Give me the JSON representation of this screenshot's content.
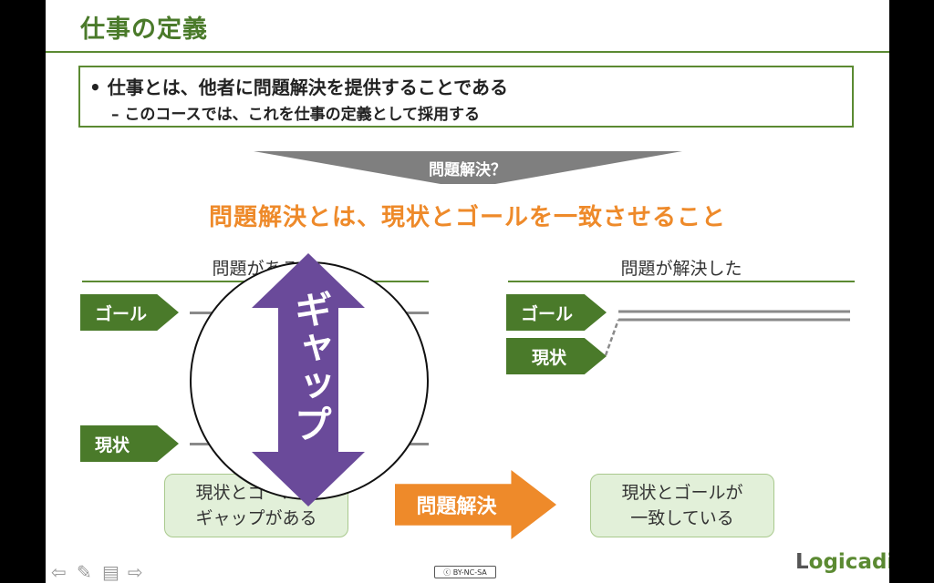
{
  "slide": {
    "title": "仕事の定義",
    "definition": {
      "bullet": "• 仕事とは、他者に問題解決を提供することである",
      "sub": "– このコースでは、これを仕事の定義として採用する"
    },
    "funnel_label": "問題解決？",
    "headline": "問題解決とは、現状とゴールを一致させること",
    "left_panel": {
      "heading": "問題がある",
      "goal_tag": "ゴール",
      "current_tag": "現状",
      "gap_label": "ギャップ"
    },
    "right_panel": {
      "heading": "問題が解決した",
      "goal_tag": "ゴール",
      "current_tag": "現状"
    },
    "before_box": [
      "現状とゴールに",
      "ギャップがある"
    ],
    "arrow_label": "問題解決",
    "after_box": [
      "現状とゴールが",
      "一致している"
    ]
  },
  "footer": {
    "license": "BY-NC-SA",
    "logo_initial": "L",
    "logo_rest": "ogicadia",
    "nav_icons": [
      "back-arrow-icon",
      "pencil-icon",
      "notes-icon",
      "forward-arrow-icon"
    ]
  },
  "colors": {
    "green": "#4a7a2a",
    "orange": "#ee8a2a",
    "purple": "#6a4a9a",
    "light_green": "#e2f0d9"
  }
}
